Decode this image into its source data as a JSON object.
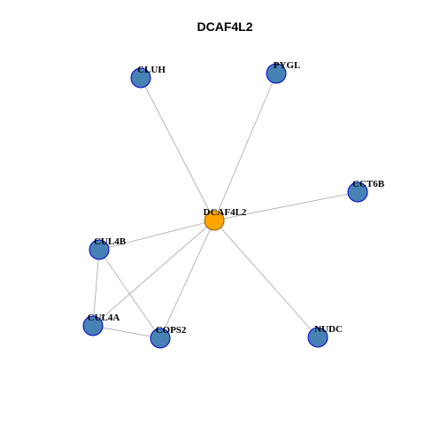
{
  "title": "DCAF4L2",
  "colors": {
    "hub_fill": "#FFA500",
    "hub_stroke": "#8B5A00",
    "node_fill": "#4682B4",
    "node_stroke": "#0000CD",
    "edge": "#B0B0B0"
  },
  "nodes": [
    {
      "id": "DCAF4L2",
      "label": "DCAF4L2",
      "type": "hub"
    },
    {
      "id": "CLUH",
      "label": "CLUH",
      "type": "neighbor"
    },
    {
      "id": "PYGL",
      "label": "PYGL",
      "type": "neighbor"
    },
    {
      "id": "CCT6B",
      "label": "CCT6B",
      "type": "neighbor"
    },
    {
      "id": "CUL4B",
      "label": "CUL4B",
      "type": "neighbor"
    },
    {
      "id": "CUL4A",
      "label": "CUL4A",
      "type": "neighbor"
    },
    {
      "id": "COPS2",
      "label": "COPS2",
      "type": "neighbor"
    },
    {
      "id": "NUDC",
      "label": "NUDC",
      "type": "neighbor"
    }
  ],
  "edges": [
    [
      "DCAF4L2",
      "CLUH"
    ],
    [
      "DCAF4L2",
      "PYGL"
    ],
    [
      "DCAF4L2",
      "CCT6B"
    ],
    [
      "DCAF4L2",
      "CUL4B"
    ],
    [
      "DCAF4L2",
      "CUL4A"
    ],
    [
      "DCAF4L2",
      "COPS2"
    ],
    [
      "DCAF4L2",
      "NUDC"
    ],
    [
      "CUL4B",
      "CUL4A"
    ],
    [
      "CUL4B",
      "COPS2"
    ],
    [
      "CUL4A",
      "COPS2"
    ]
  ]
}
